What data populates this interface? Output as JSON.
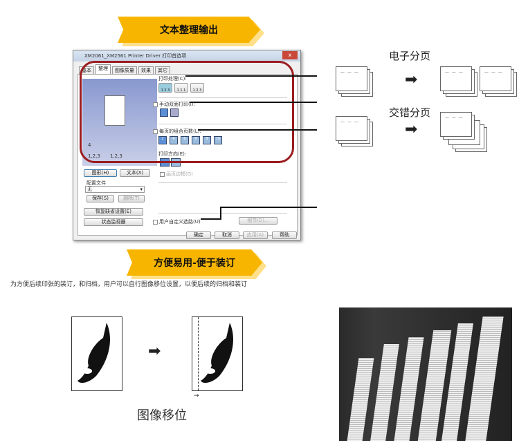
{
  "banner_top": "文本整理输出",
  "dialog": {
    "title": "XM2061_XM2561 Printer Driver 打印首选项",
    "close": "x",
    "tabs": [
      "基本",
      "整理",
      "图像质量",
      "效果",
      "其它"
    ],
    "preview_numbers": [
      "4",
      "1,2,3",
      "1,2,3"
    ],
    "collate_label": "打印处理(C):",
    "collate_icons": [
      "1 2 3",
      "1 1 1",
      "1 2 3"
    ],
    "manual_duplex_label": "手动双面打印(I):",
    "nup_label": "每页的组合页数(L):",
    "nup_icons": [
      "2",
      "4",
      "6",
      "8",
      "9",
      "16"
    ],
    "direction_label": "打印方向(E):",
    "border_label": "画页边框(G)",
    "view_buttons": [
      "图形(H)",
      "文本(X)"
    ],
    "config_label": "配置文件",
    "config_value": "无",
    "save": "保存(S)",
    "delete": "删除(T)",
    "restore": "恢复缺省设置(E)",
    "status_monitor": "状态监视器",
    "user_path_label": "用户自定义选路(U)",
    "detail": "细节(D)...",
    "ok": "确定",
    "cancel": "取消",
    "apply": "应用(A)",
    "help": "帮助"
  },
  "right": {
    "electronic_sort": "电子分页",
    "offset_sort": "交错分页",
    "sheet_text": "—— ——\n—— ——"
  },
  "banner_bottom": "方便易用-便于装订",
  "caption": "为方便后续印张的装订，和归档，用户可以自行图像移位设置，以便后续的归档和装订",
  "image_shift_label": "图像移位"
}
